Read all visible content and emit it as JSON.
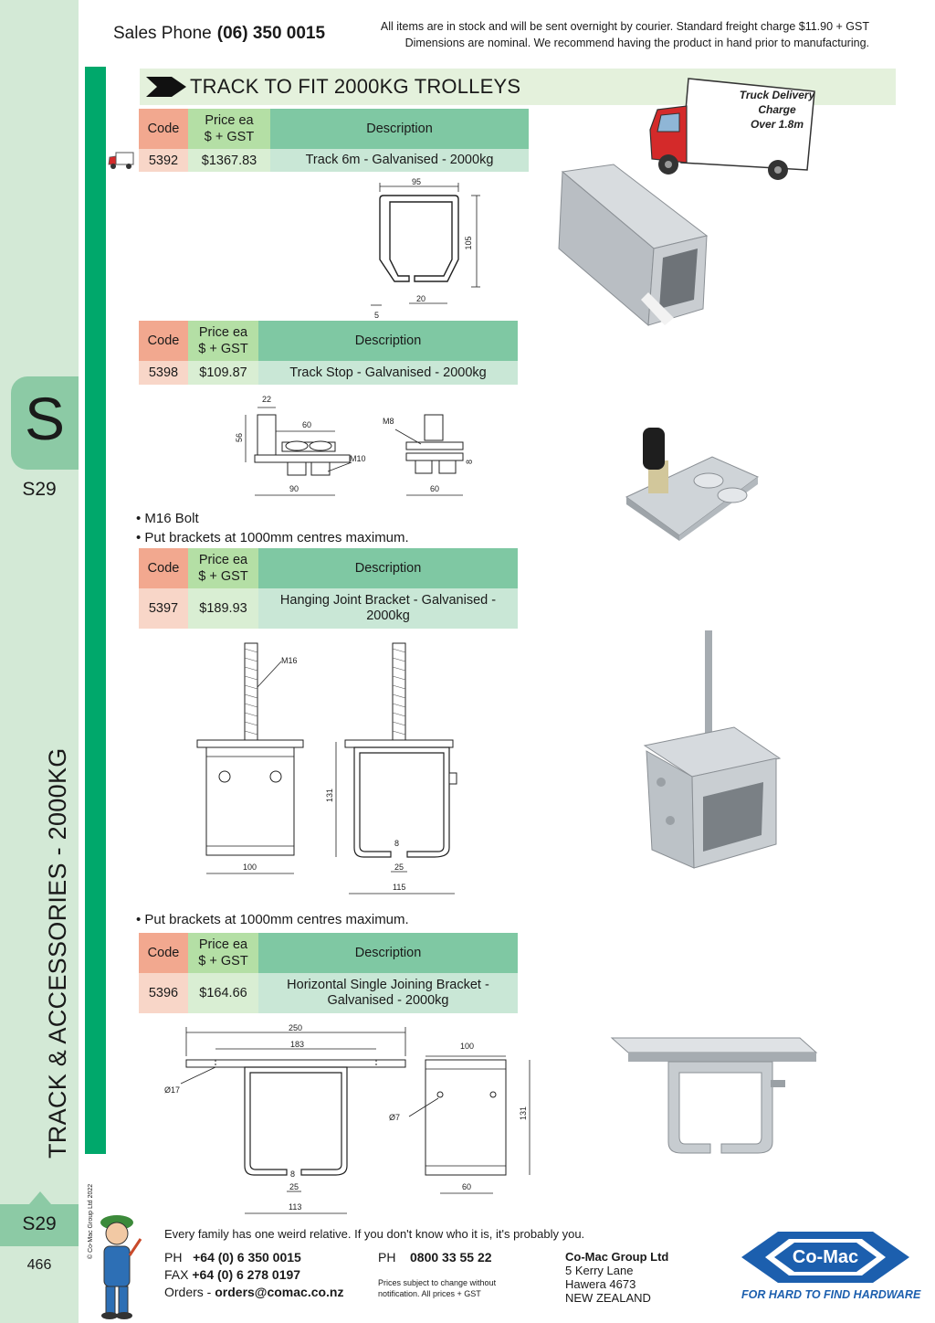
{
  "header": {
    "sales_label": "Sales Phone",
    "sales_phone": "(06) 350 0015",
    "notice_line1": "All items are in stock and will be sent overnight by courier. Standard freight charge $11.90 + GST",
    "notice_line2": "Dimensions are nominal. We recommend having the product in hand prior to manufacturing."
  },
  "sidebar": {
    "letter": "S",
    "section": "S29",
    "vertical_title": "TRACK & ACCESSORIES - 2000KG",
    "footer_section": "S29",
    "page_number": "466",
    "copyright": "© Co-Mac Group Ltd 2022"
  },
  "section_title": "TRACK TO FIT 2000KG TROLLEYS",
  "truck_badge": {
    "line1": "Truck Delivery",
    "line2": "Charge",
    "line3": "Over 1.8m"
  },
  "table_headers": {
    "code": "Code",
    "price_line1": "Price ea",
    "price_line2": "$ + GST",
    "description": "Description"
  },
  "products": [
    {
      "code": "5392",
      "price": "$1367.83",
      "description": "Track 6m - Galvanised - 2000kg"
    },
    {
      "code": "5398",
      "price": "$109.87",
      "description": "Track Stop - Galvanised - 2000kg"
    },
    {
      "code": "5397",
      "price": "$189.93",
      "description_line1": "Hanging Joint Bracket - Galvanised -",
      "description_line2": "2000kg"
    },
    {
      "code": "5396",
      "price": "$164.66",
      "description_line1": "Horizontal Single Joining Bracket -",
      "description_line2": "Galvanised - 2000kg"
    }
  ],
  "notes": {
    "bolt": "• M16 Bolt",
    "centres": "• Put brackets at 1000mm centres maximum.",
    "centres2": "• Put brackets at 1000mm centres maximum."
  },
  "dims": {
    "track": {
      "w": "95",
      "h": "105",
      "slot": "20",
      "lip": "5"
    },
    "stop": {
      "a": "22",
      "b": "60",
      "c": "56",
      "d": "90",
      "bolt": "M10",
      "e": "M8",
      "f": "8",
      "g": "60"
    },
    "hanging": {
      "bolt": "M16",
      "w": "100",
      "h": "131",
      "slot": "25",
      "gap": "8",
      "total": "115"
    },
    "horizontal": {
      "top": "250",
      "inner": "183",
      "hole": "Ø17",
      "w": "100",
      "hole2": "Ø7",
      "h": "131",
      "bottom": "60",
      "slot": "25",
      "gap": "8",
      "total": "113"
    }
  },
  "footer": {
    "joke": "Every family has one weird relative. If you don't know who it is, it's probably you.",
    "ph_label": "PH",
    "ph": "+64 (0) 6 350 0015",
    "fax_label": "FAX",
    "fax": "+64 (0) 6 278 0197",
    "orders_label": "Orders -",
    "orders": "orders@comac.co.nz",
    "ph2_label": "PH",
    "ph2": "0800 33 55 22",
    "note_line1": "Prices subject to change without",
    "note_line2": "notification. All prices + GST",
    "company": "Co-Mac Group Ltd",
    "addr1": "5 Kerry Lane",
    "addr2": "Hawera 4673",
    "addr3": "NEW ZEALAND",
    "logo": "Co-Mac",
    "tagline": "FOR HARD TO FIND HARDWARE"
  },
  "colors": {
    "accent_green": "#00a86b",
    "rail": "#d3e9d6",
    "code_header": "#f2a88f",
    "desc_header": "#7fc8a3",
    "logo_blue": "#1c5fae"
  }
}
